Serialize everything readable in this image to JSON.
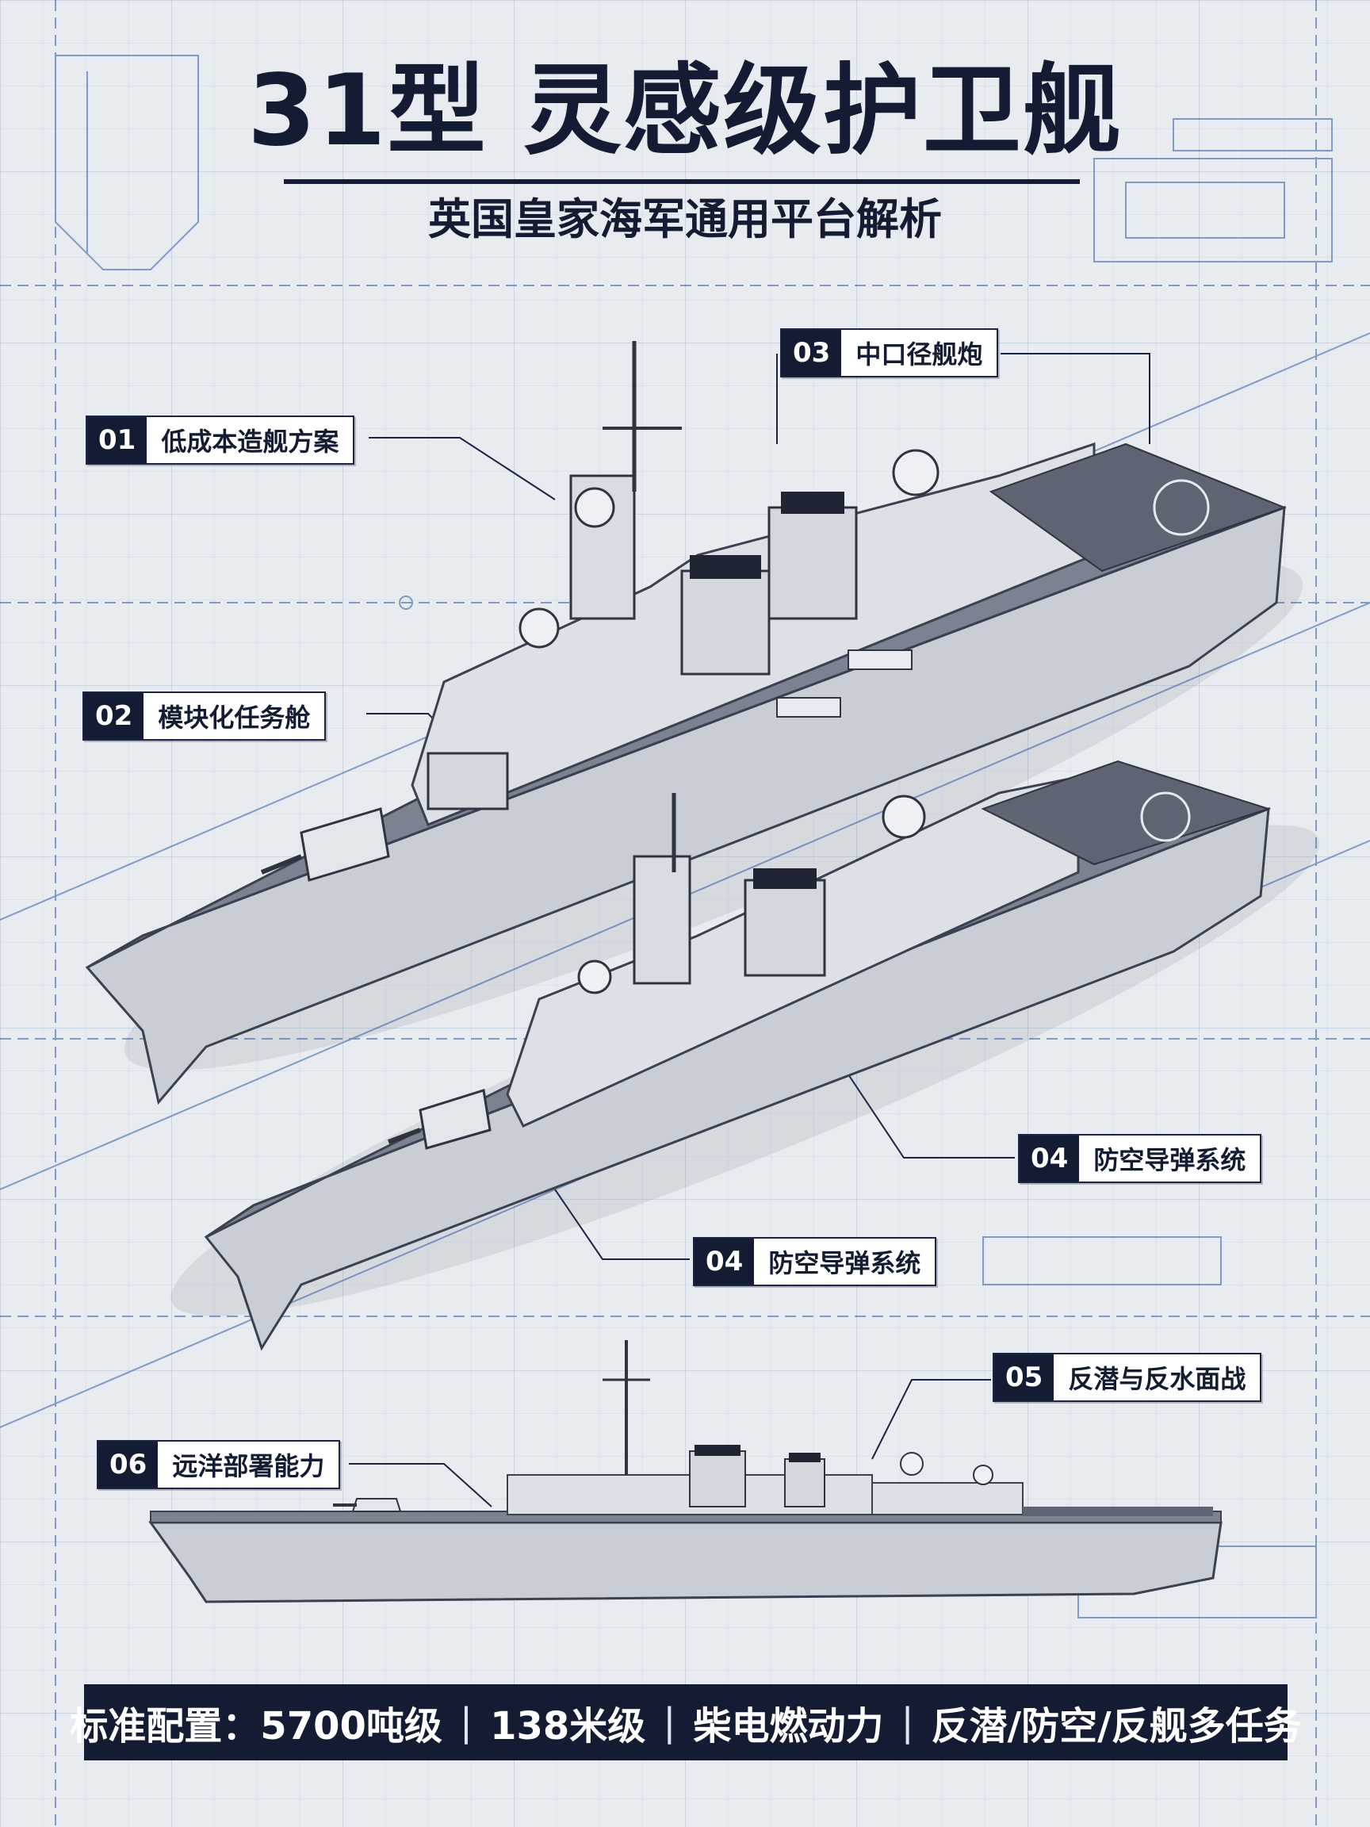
{
  "title": "31型 灵感级护卫舰",
  "subtitle": "英国皇家海军通用平台解析",
  "callouts": [
    {
      "num": "01",
      "label": "低成本造舰方案"
    },
    {
      "num": "02",
      "label": "模块化任务舱"
    },
    {
      "num": "03",
      "label": "中口径舰炮"
    },
    {
      "num": "04",
      "label": "防空导弹系统"
    },
    {
      "num": "04",
      "label": "防空导弹系统"
    },
    {
      "num": "05",
      "label": "反潜与反水面战"
    },
    {
      "num": "06",
      "label": "远洋部署能力"
    }
  ],
  "footer": {
    "prefix": "标准配置：",
    "items": [
      "5700吨级",
      "138米级",
      "柴电燃动力",
      "反潜/防空/反舰多任务"
    ],
    "separator": "|"
  },
  "colors": {
    "background": "#e8ebef",
    "navy": "#141c33",
    "blueprint_line": "#2a5aa8",
    "hull": "#d3d8df",
    "deck": "#7c8390"
  }
}
